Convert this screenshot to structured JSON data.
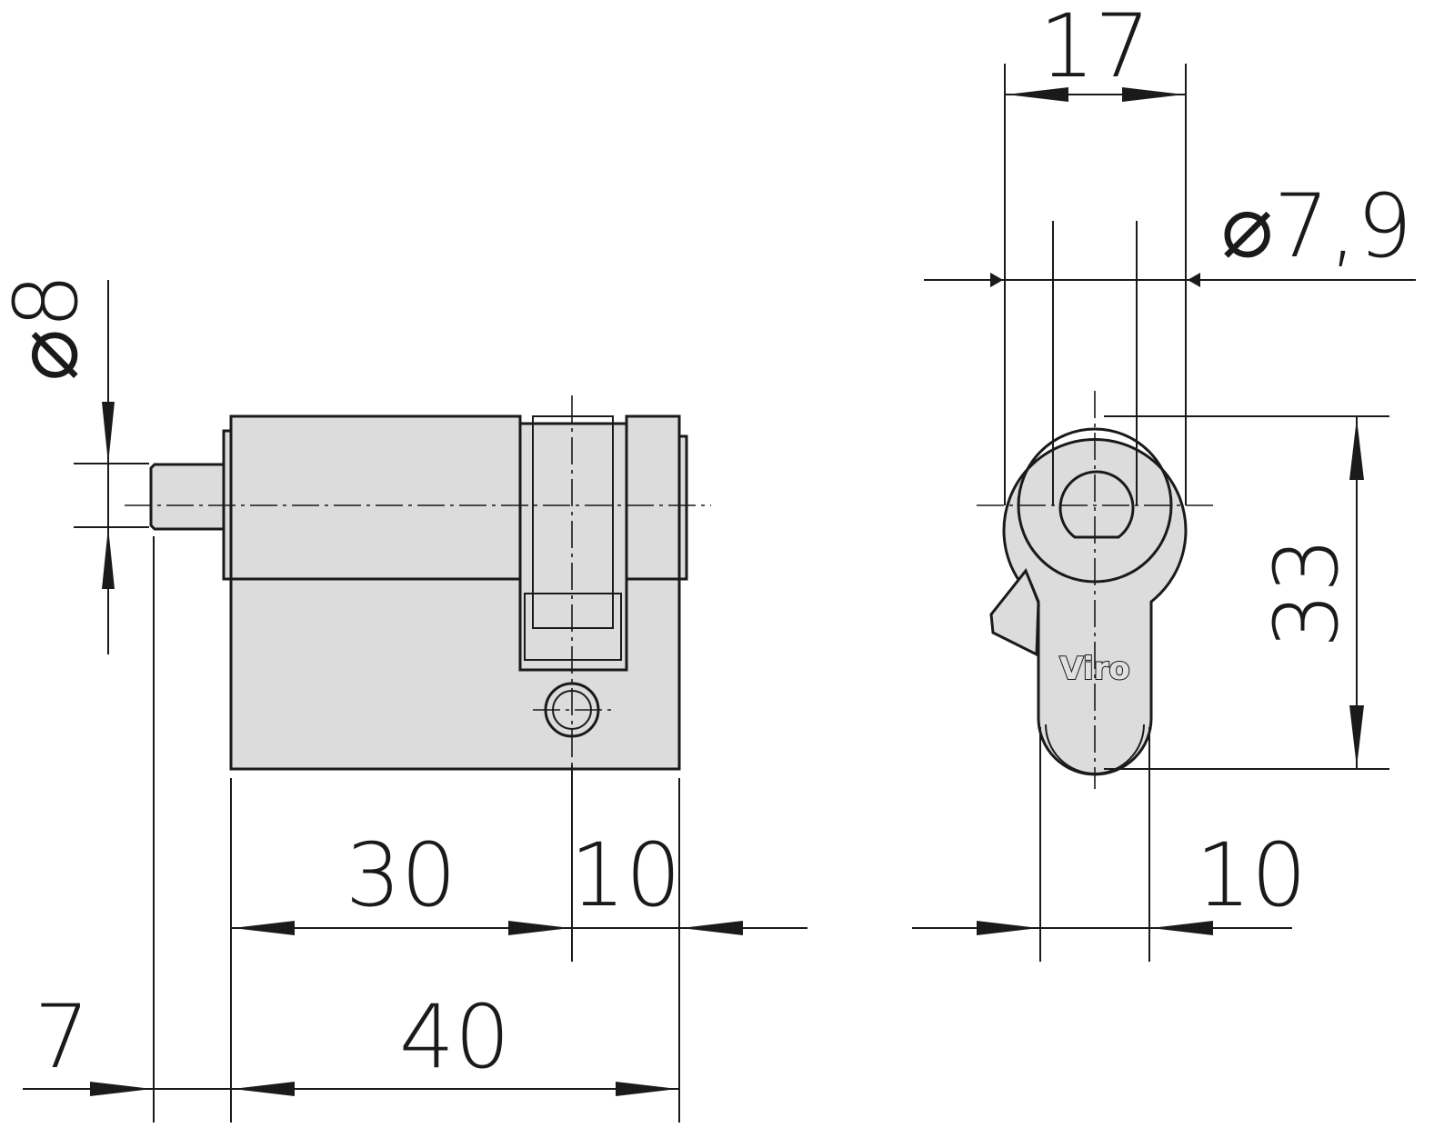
{
  "dimensions": {
    "dia_pin": "⌀8",
    "dia_cam": "⌀7,9",
    "width_17": "17",
    "height_33": "33",
    "len_30": "30",
    "len_10_side": "10",
    "len_10_front": "10",
    "len_7": "7",
    "len_40": "40"
  },
  "brand": "Viro",
  "colors": {
    "line": "#1a1a1a",
    "body_fill": "#dcdcdc"
  }
}
